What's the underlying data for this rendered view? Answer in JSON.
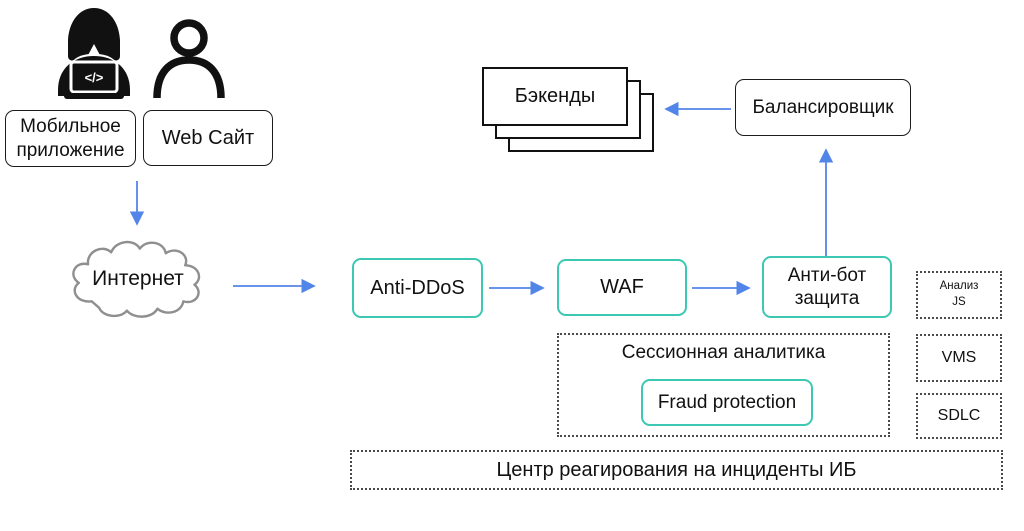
{
  "diagram": {
    "clients": {
      "hacker_icon": "hacker-at-laptop-icon",
      "hacker_laptop_glyph": "</>",
      "user_icon": "user-icon",
      "mobile_app_label": "Мобильное приложение",
      "web_site_label": "Web Сайт"
    },
    "network": {
      "internet_label": "Интернет"
    },
    "security_chain": {
      "anti_ddos_label": "Anti-DDoS",
      "waf_label": "WAF",
      "anti_bot_label": "Анти-бот защита"
    },
    "backend": {
      "backends_label": "Бэкенды",
      "balancer_label": "Балансировщик"
    },
    "session_analytics": {
      "group_label": "Сессионная аналитика",
      "fraud_protection_label": "Fraud protection"
    },
    "side_modules": {
      "js_analysis_label": "Анализ JS",
      "vms_label": "VMS",
      "sdlc_label": "SDLC"
    },
    "incident_center": {
      "label": "Центр реагирования на инциденты ИБ"
    },
    "colors": {
      "arrow_blue": "#5285e8",
      "teal_border": "#3cc8b2",
      "box_border_black": "#1c1c1c",
      "dotted_border_gray": "#4a4a4a",
      "cloud_stroke_gray": "#8f8f8f",
      "icon_black": "#111111"
    }
  }
}
